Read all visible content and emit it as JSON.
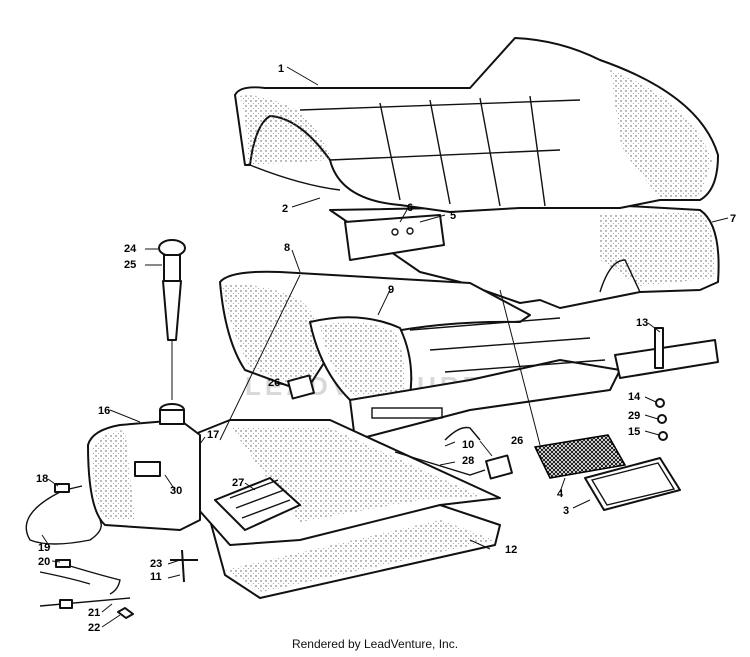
{
  "diagram": {
    "watermark": "LEADVENTURE",
    "callouts": [
      "1",
      "2",
      "3",
      "4",
      "5",
      "6",
      "7",
      "8",
      "9",
      "10",
      "11",
      "12",
      "13",
      "14",
      "15",
      "16",
      "17",
      "18",
      "19",
      "20",
      "21",
      "22",
      "23",
      "24",
      "25",
      "26",
      "26",
      "27",
      "28",
      "29",
      "30"
    ]
  },
  "footer": {
    "text": "Rendered by LeadVenture, Inc."
  }
}
